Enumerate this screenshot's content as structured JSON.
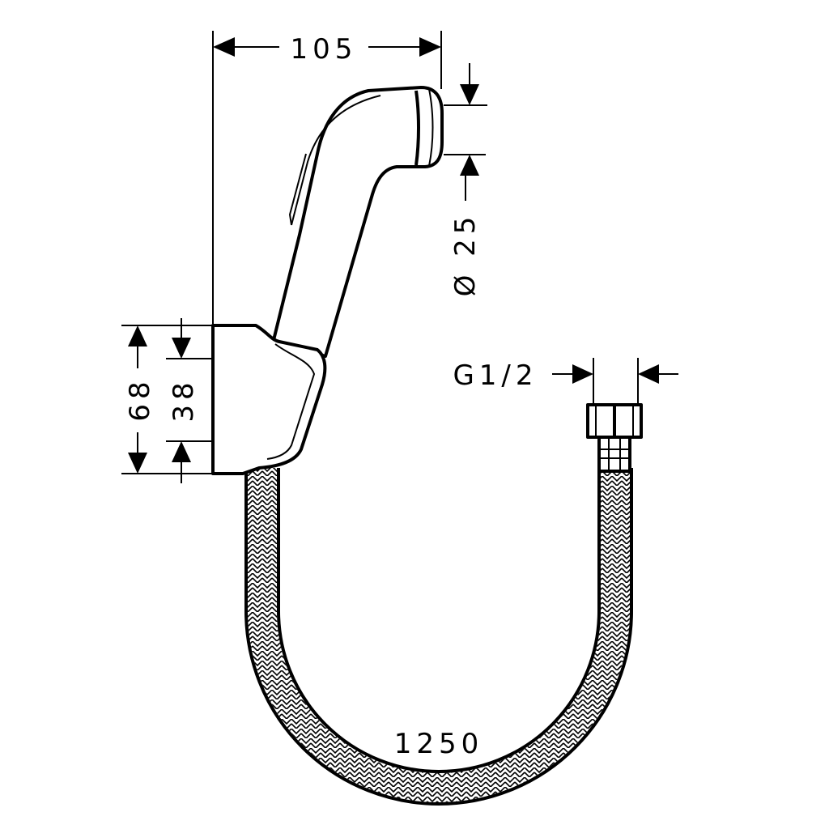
{
  "dimensions": {
    "width_label": "105",
    "nozzle_diameter_label": "Ø 25",
    "holder_height_label": "68",
    "holder_inner_label": "38",
    "thread_label": "G1/2",
    "hose_length_label": "1250"
  },
  "colors": {
    "line": "#000000",
    "background": "#ffffff"
  }
}
